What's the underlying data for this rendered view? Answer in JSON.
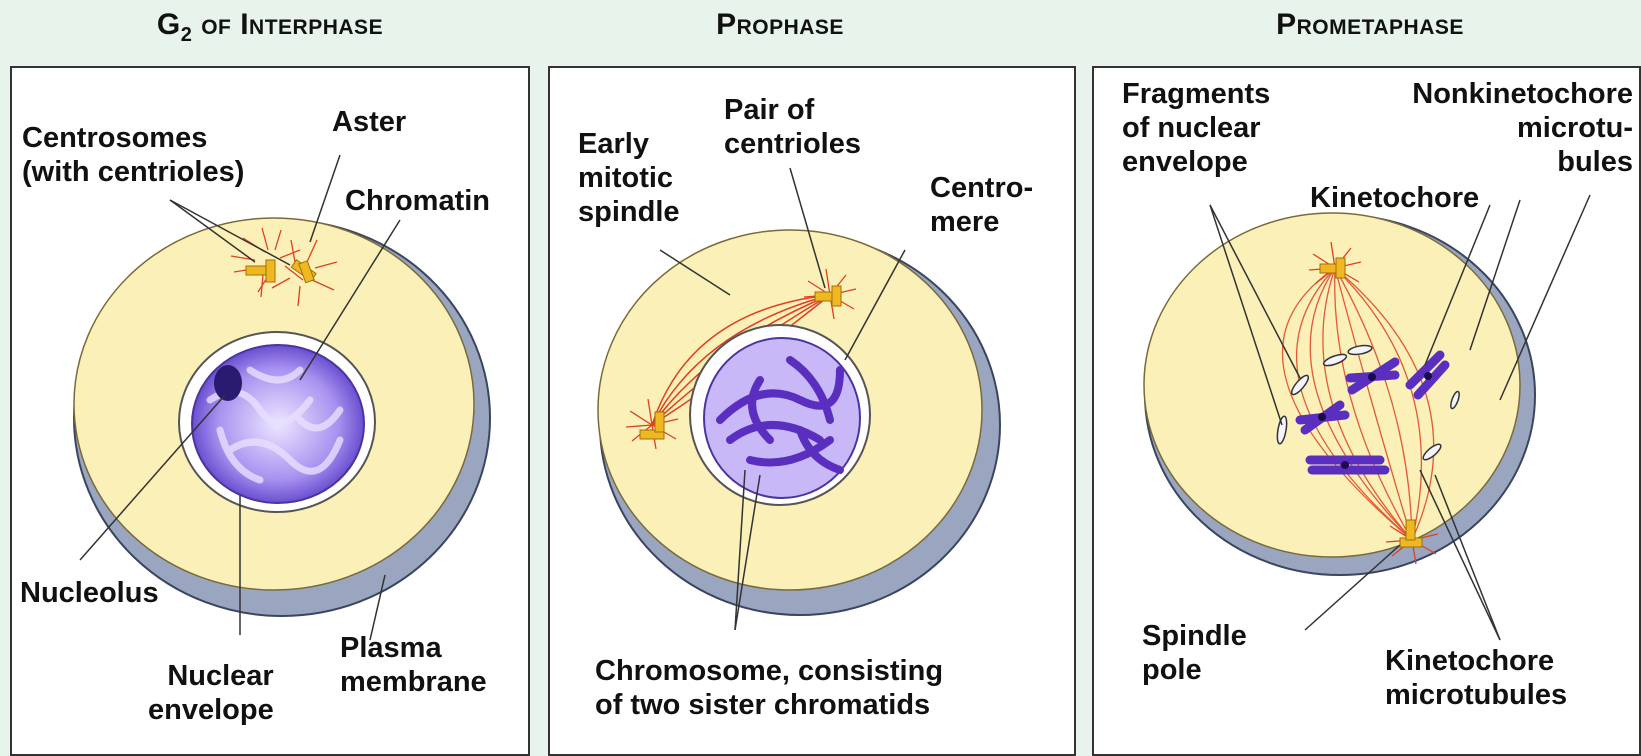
{
  "titles": {
    "g2_main": "G",
    "g2_sub": "2",
    "g2_rest": " of Interphase",
    "prophase": "Prophase",
    "prometaphase": "Prometaphase"
  },
  "g2_labels": {
    "centrosomes": "Centrosomes\n(with centrioles)",
    "aster": "Aster",
    "chromatin": "Chromatin",
    "nucleolus": "Nucleolus",
    "nuclear_envelope": "Nuclear\nenvelope",
    "plasma_membrane": "Plasma\nmembrane"
  },
  "prophase_labels": {
    "early_spindle": "Early\nmitotic\nspindle",
    "pair_centrioles": "Pair of\ncentrioles",
    "centromere": "Centro-\nmere",
    "chromosome": "Chromosome, consisting\nof two sister chromatids"
  },
  "prometaphase_labels": {
    "fragments": "Fragments\nof nuclear\nenvelope",
    "nonkinetochore": "Nonkinetochore\nmicrotu-\nbules",
    "kinetochore": "Kinetochore",
    "spindle_pole": "Spindle\npole",
    "kinetochore_microtubules": "Kinetochore\nmicrotubules"
  },
  "colors": {
    "cytoplasm": "#faf0b8",
    "membrane_edge": "#4a5a7a",
    "nucleus": "#8a6fe0",
    "chromosome": "#5a2fc0",
    "spindle": "#e04020",
    "centriole": "#f0b820"
  }
}
